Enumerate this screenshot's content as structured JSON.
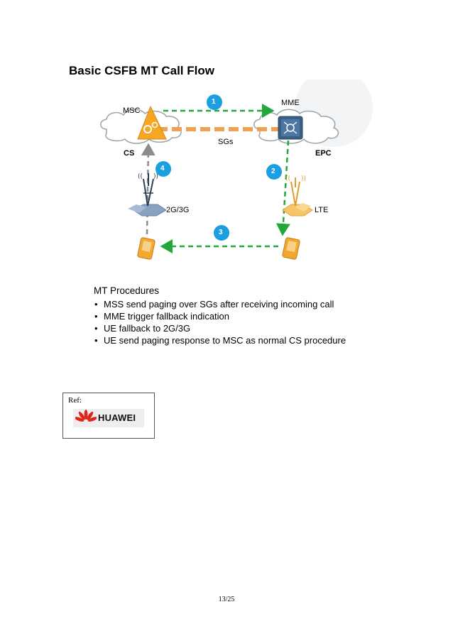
{
  "page": {
    "title": "Basic CSFB MT Call Flow",
    "page_number": "13/25"
  },
  "diagram": {
    "nodes": {
      "msc": "MSC",
      "mme": "MME",
      "cs": "CS",
      "epc": "EPC",
      "sgs": "SGs",
      "ran_2g3g": "2G/3G",
      "lte": "LTE"
    },
    "steps": [
      "1",
      "2",
      "3",
      "4"
    ],
    "colors": {
      "green_arrow": "#22a83a",
      "grey_arrow": "#8c8c8c",
      "sgs_link": "#f0a050",
      "step_circle": "#1aa0e0",
      "msc_triangle": "#f5a623",
      "mme_box": "#3a5f86",
      "phone": "#f2a72e",
      "cloud_stroke": "#9aa4ad"
    },
    "icons": [
      "cloud-icon",
      "msc-icon",
      "mme-icon",
      "tower-icon",
      "phone-icon"
    ]
  },
  "procedures": {
    "heading": "MT Procedures",
    "items": [
      "MSS send paging over SGs after receiving incoming call",
      "MME trigger fallback indication",
      "UE fallback to 2G/3G",
      "UE send paging response to MSC as normal CS procedure"
    ]
  },
  "reference": {
    "label": "Ref:",
    "logo_text": "HUAWEI",
    "logo_color": "#e2231a"
  }
}
